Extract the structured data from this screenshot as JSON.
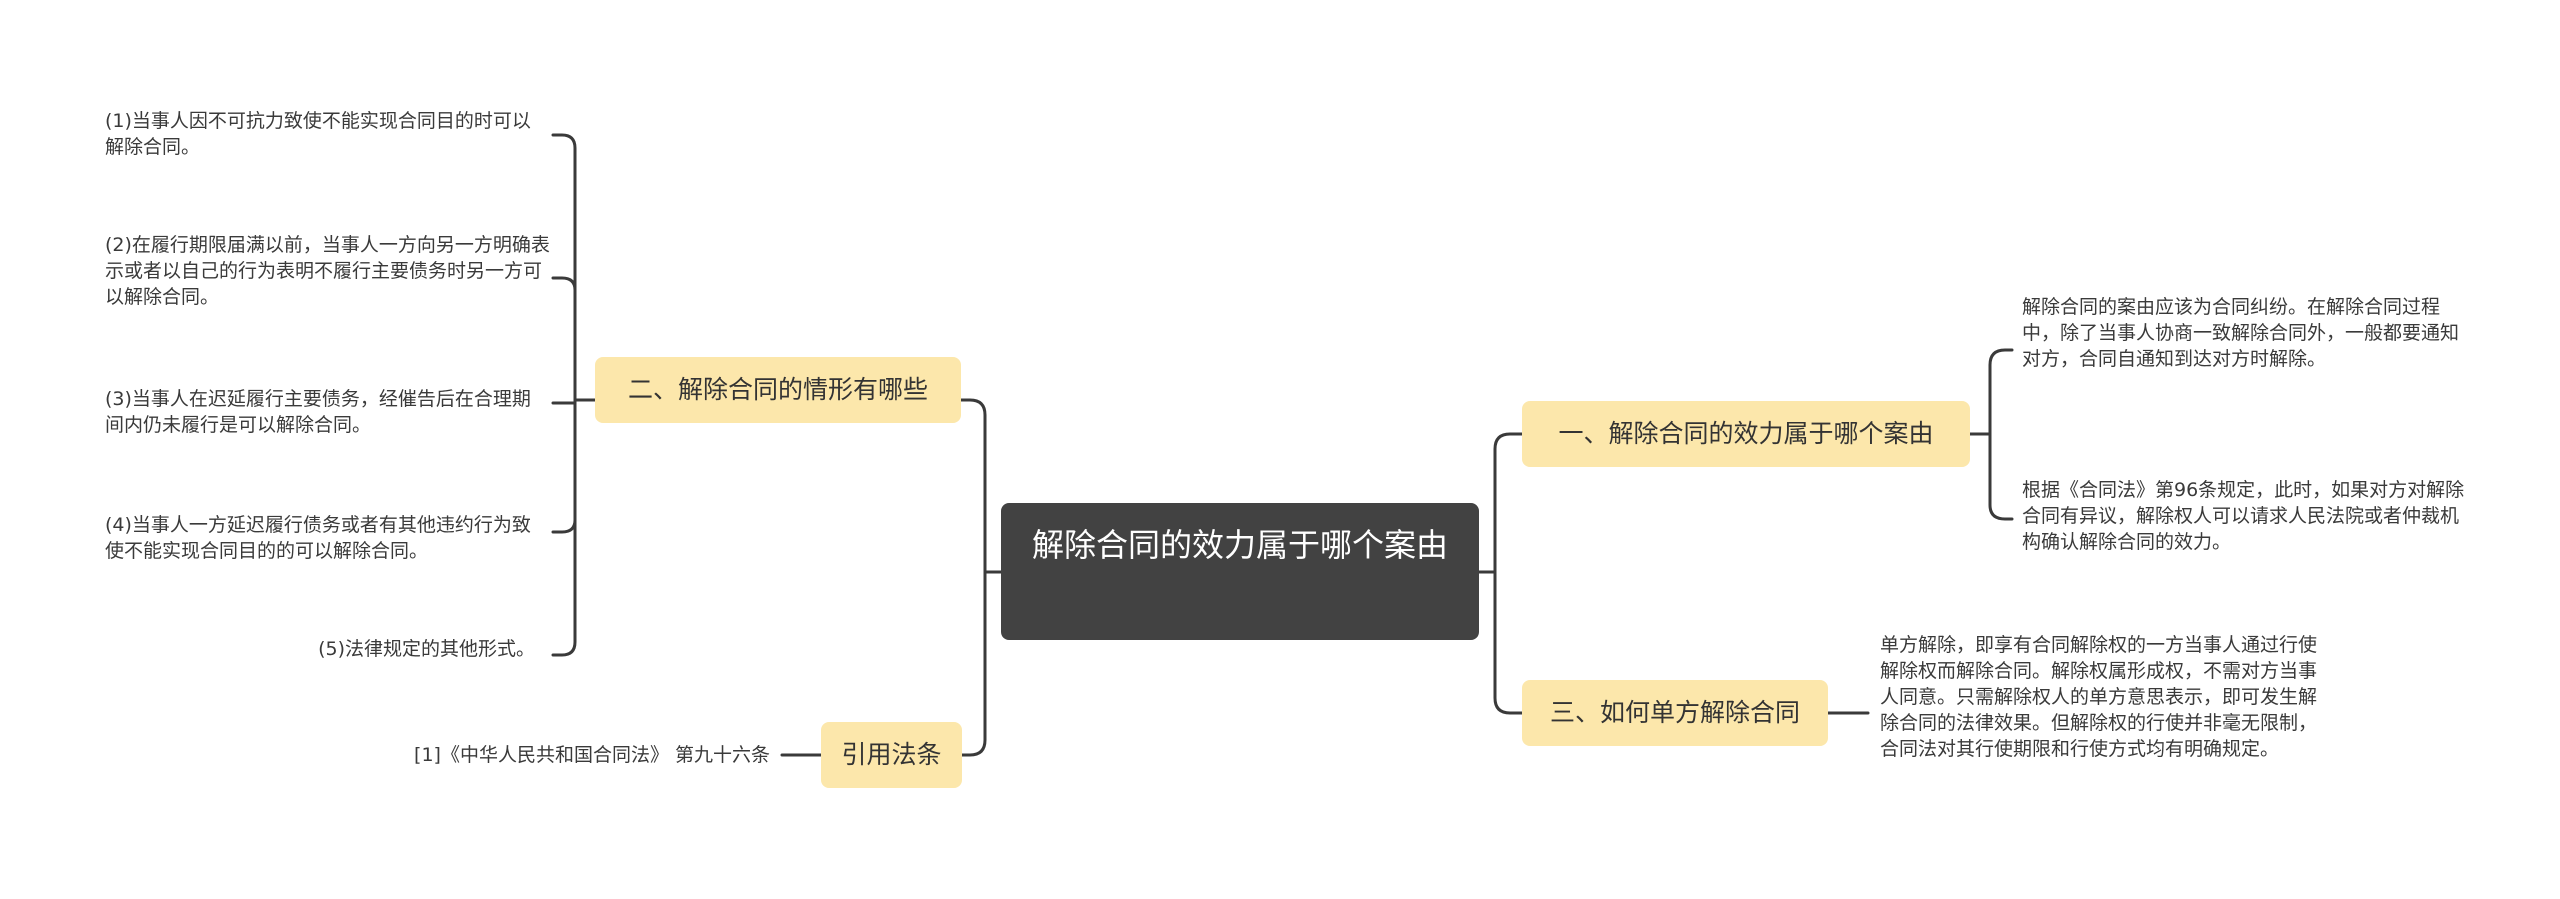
{
  "root": {
    "title": "解除合同的效力属于哪个案由"
  },
  "branches": {
    "situations": {
      "label": "二、解除合同的情形有哪些",
      "items": [
        "(1)当事人因不可抗力致使不能实现合同目的时可以解除合同。",
        "(2)在履行期限届满以前，当事人一方向另一方明确表示或者以自己的行为表明不履行主要债务时另一方可以解除合同。",
        "(3)当事人在迟延履行主要债务，经催告后在合理期间内仍未履行是可以解除合同。",
        "(4)当事人一方延迟履行债务或者有其他违约行为致使不能实现合同目的的可以解除合同。",
        "(5)法律规定的其他形式。"
      ]
    },
    "citation": {
      "label": "引用法条",
      "items": [
        "[1]《中华人民共和国合同法》 第九十六条"
      ]
    },
    "cause": {
      "label": "一、解除合同的效力属于哪个案由",
      "items": [
        "解除合同的案由应该为合同纠纷。在解除合同过程中，除了当事人协商一致解除合同外，一般都要通知对方，合同自通知到达对方时解除。",
        "根据《合同法》第96条规定，此时，如果对方对解除合同有异议，解除权人可以请求人民法院或者仲裁机构确认解除合同的效力。"
      ]
    },
    "unilateral": {
      "label": "三、如何单方解除合同",
      "items": [
        "单方解除，即享有合同解除权的一方当事人通过行使解除权而解除合同。解除权属形成权，不需对方当事人同意。只需解除权人的单方意思表示，即可发生解除合同的法律效果。但解除权的行使并非毫无限制，合同法对其行使期限和行使方式均有明确规定。"
      ]
    }
  },
  "colors": {
    "root_bg": "#424242",
    "topic_bg": "#fce7ab",
    "line": "#3a3a3a"
  }
}
